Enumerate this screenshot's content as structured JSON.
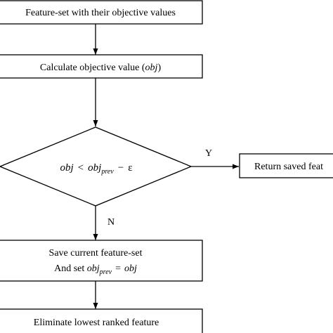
{
  "nodes": {
    "box1": {
      "text": "Feature-set with their objective values"
    },
    "box2": {
      "text_prefix": "Calculate objective value (",
      "var": "obj",
      "text_suffix": ")"
    },
    "decision": {
      "lhs": "obj",
      "op": "<",
      "rhs_base": "obj",
      "rhs_sub": "prev",
      "minus": "−",
      "epsilon": "ε"
    },
    "return_box": {
      "text": "Return saved feat"
    },
    "save_box": {
      "line1": "Save current feature-set",
      "line2_prefix": "And set ",
      "line2_lhs_base": "obj",
      "line2_lhs_sub": "prev",
      "line2_eq": "=",
      "line2_rhs": "obj"
    },
    "eliminate_box": {
      "text": "Eliminate lowest ranked feature"
    }
  },
  "edges": {
    "yes_label": "Y",
    "no_label": "N"
  }
}
